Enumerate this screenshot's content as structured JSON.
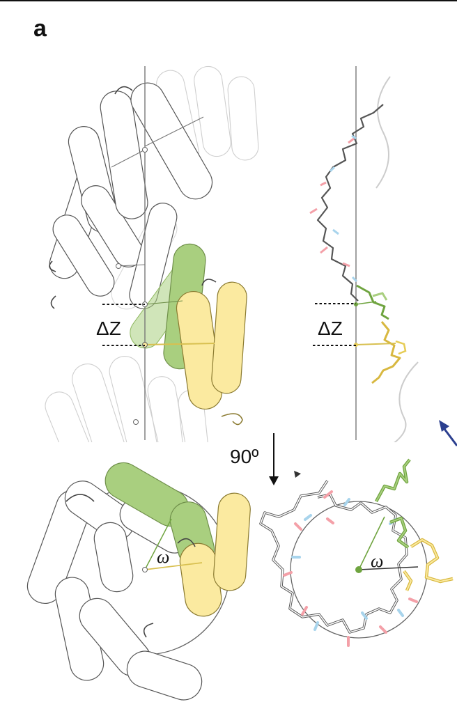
{
  "figure": {
    "panel_label": "a",
    "delta_z_label": "ΔZ",
    "rotation_label": "90º",
    "omega_label": "ω"
  },
  "colors": {
    "green": "#a9cf7f",
    "green_dark": "#6fa43f",
    "yellow": "#fbeaa0",
    "yellow_dark": "#e6cc55",
    "oxygen": "#f4a0a8",
    "nitrogen": "#a8d4ec",
    "arrow_blue": "#2b3f8f"
  },
  "icons": {
    "rotation_arrow": "down-arrow-icon",
    "view_marker": "triangle-marker-icon"
  }
}
